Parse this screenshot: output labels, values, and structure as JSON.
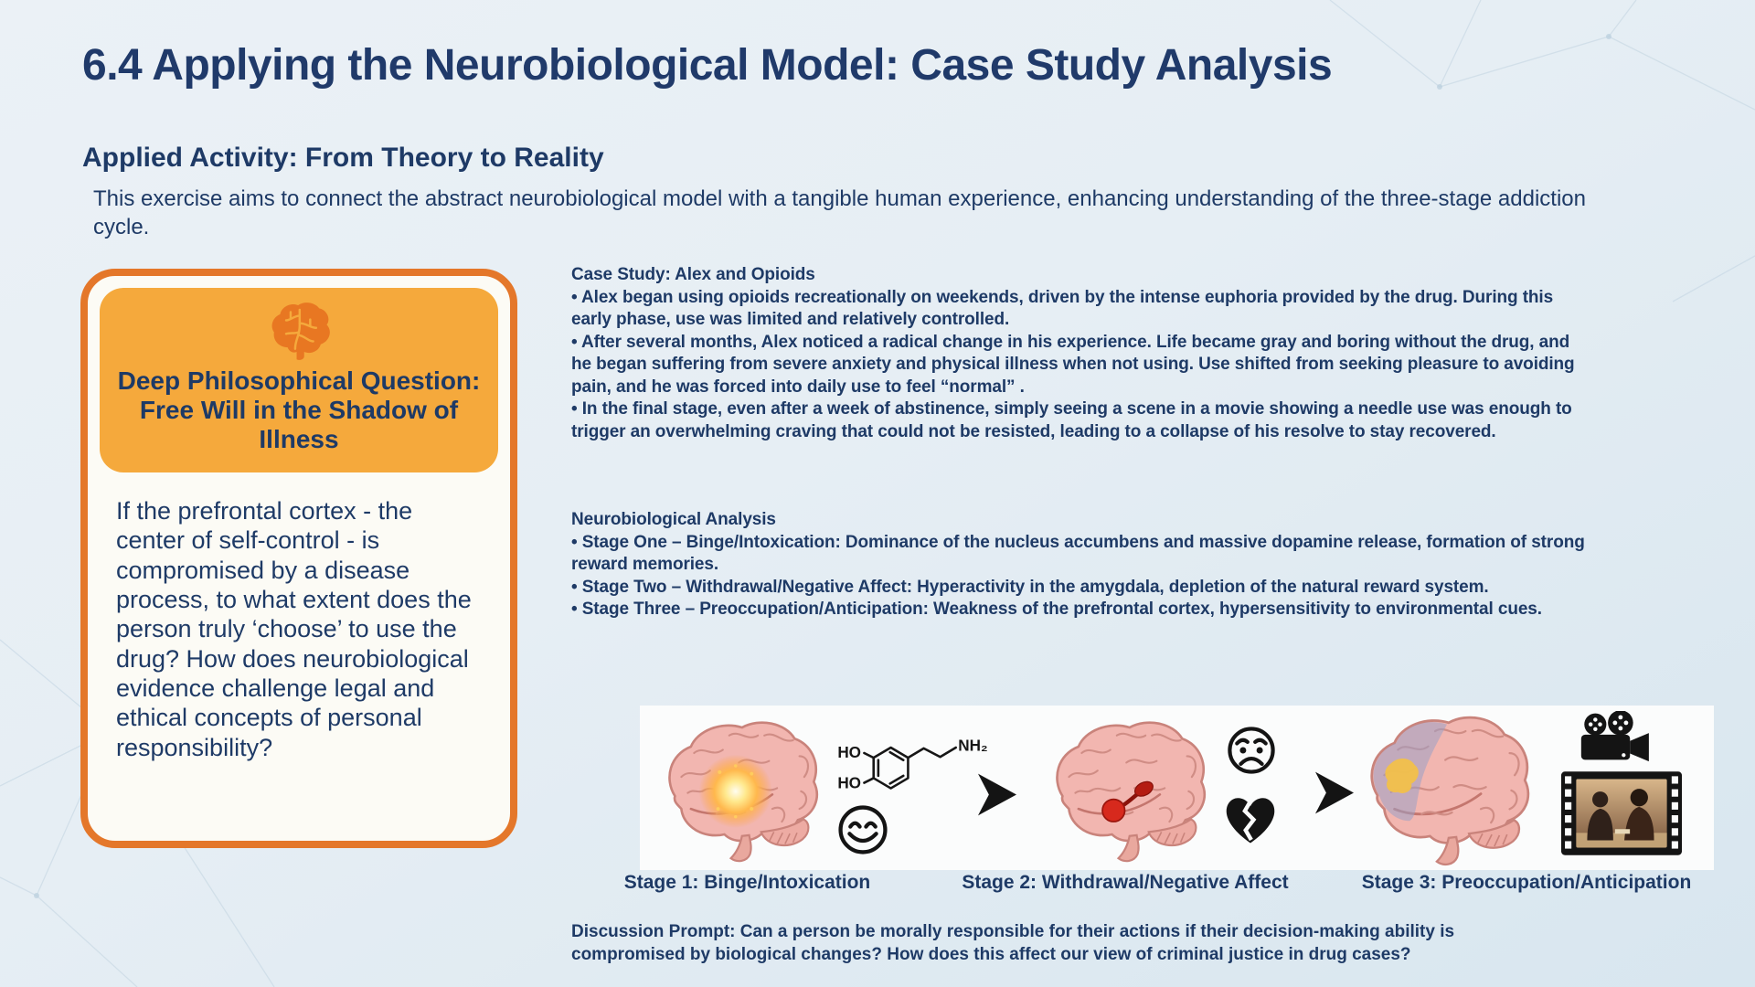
{
  "page": {
    "title": "6.4 Applying the Neurobiological Model: Case Study Analysis",
    "section_heading": "Applied Activity: From Theory to Reality",
    "intro": "This exercise aims to connect the abstract neurobiological model with a tangible human experience, enhancing understanding of the three-stage addiction cycle."
  },
  "philosophy_card": {
    "icon": "brain-icon",
    "heading": "Deep Philosophical Question: Free Will in the Shadow of Illness",
    "body": "If the prefrontal cortex - the center of self-control - is compromised by a disease process, to what extent does the person truly ‘choose’ to use the drug? How does neurobiological evidence challenge legal and ethical concepts of personal responsibility?"
  },
  "case_study": {
    "heading": "Case Study: Alex and Opioids",
    "bullets": [
      "• Alex began using opioids recreationally on weekends, driven by the intense euphoria provided by the drug. During this early phase, use was limited and relatively controlled.",
      "• After several months, Alex noticed a radical change in his experience. Life became gray and boring without the drug, and he began suffering from severe anxiety and physical illness when not using. Use shifted from seeking pleasure to avoiding pain, and he was forced into daily use to feel “normal” .",
      "• In the final stage, even after a week of abstinence, simply seeing a scene in a movie showing a needle use was enough to trigger an overwhelming craving that could not be resisted, leading to a collapse of his resolve to stay recovered."
    ]
  },
  "analysis": {
    "heading": "Neurobiological Analysis",
    "bullets": [
      "• Stage One – Binge/Intoxication: Dominance of the nucleus accumbens and massive dopamine release, formation of strong reward memories.",
      "• Stage Two – Withdrawal/Negative Affect: Hyperactivity in the amygdala, depletion of the natural reward system.",
      "• Stage Three – Preoccupation/Anticipation: Weakness of the prefrontal cortex, hypersensitivity to environmental cues."
    ]
  },
  "diagram": {
    "stages": [
      {
        "label": "Stage 1: Binge/Intoxication",
        "icons": [
          "brain-reward-glow-icon",
          "dopamine-molecule-icon",
          "smiley-face-icon"
        ]
      },
      {
        "label": "Stage 2: Withdrawal/Negative Affect",
        "icons": [
          "brain-amygdala-icon",
          "worried-face-icon",
          "broken-heart-icon"
        ]
      },
      {
        "label": "Stage 3: Preoccupation/Anticipation",
        "icons": [
          "brain-prefrontal-icon",
          "movie-camera-icon",
          "film-strip-icon"
        ]
      }
    ],
    "molecule": {
      "oh_top": "HO",
      "oh_bottom": "HO",
      "amine": "NH₂"
    }
  },
  "discussion": {
    "text": "Discussion Prompt: Can a person be morally responsible for their actions if their decision-making ability is compromised by biological changes? How does this affect our view of criminal justice in drug cases?"
  },
  "colors": {
    "text_navy": "#1e3a66",
    "card_border_orange": "#e4772a",
    "card_panel_orange": "#f5a93c",
    "brain_icon_orange": "#e87722",
    "glow_yellow": "#ffd24d",
    "amygdala_red": "#d7291d",
    "prefrontal_violet": "#9aa0c6",
    "prefrontal_yellow": "#f2c04a"
  }
}
